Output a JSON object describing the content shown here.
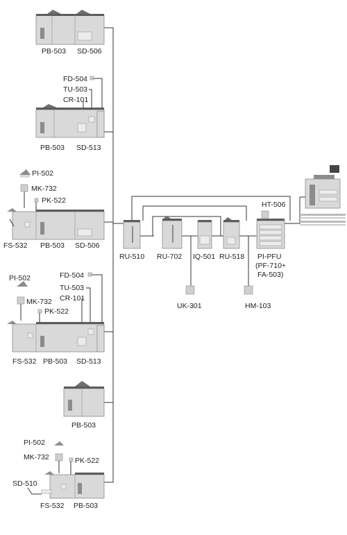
{
  "labels": {
    "pb503": "PB-503",
    "sd506": "SD-506",
    "fd504": "FD-504",
    "tu503": "TU-503",
    "cr101": "CR-101",
    "sd513": "SD-513",
    "pi502": "PI-502",
    "mk732": "MK-732",
    "pk522": "PK-522",
    "fs532": "FS-532",
    "sd510": "SD-510",
    "ru510": "RU-510",
    "ru702": "RU-702",
    "iq501": "IQ-501",
    "ru518": "RU-518",
    "uk301": "UK-301",
    "hm103": "HM-103",
    "ht506": "HT-506",
    "pipfu_1": "PI-PFU",
    "pipfu_2": "(PF-710+",
    "pipfu_3": "FA-503)"
  },
  "colors": {
    "line": "#333333",
    "machine_body": "#d9d9d9",
    "machine_dark": "#8c8c8c",
    "text": "#222222"
  }
}
